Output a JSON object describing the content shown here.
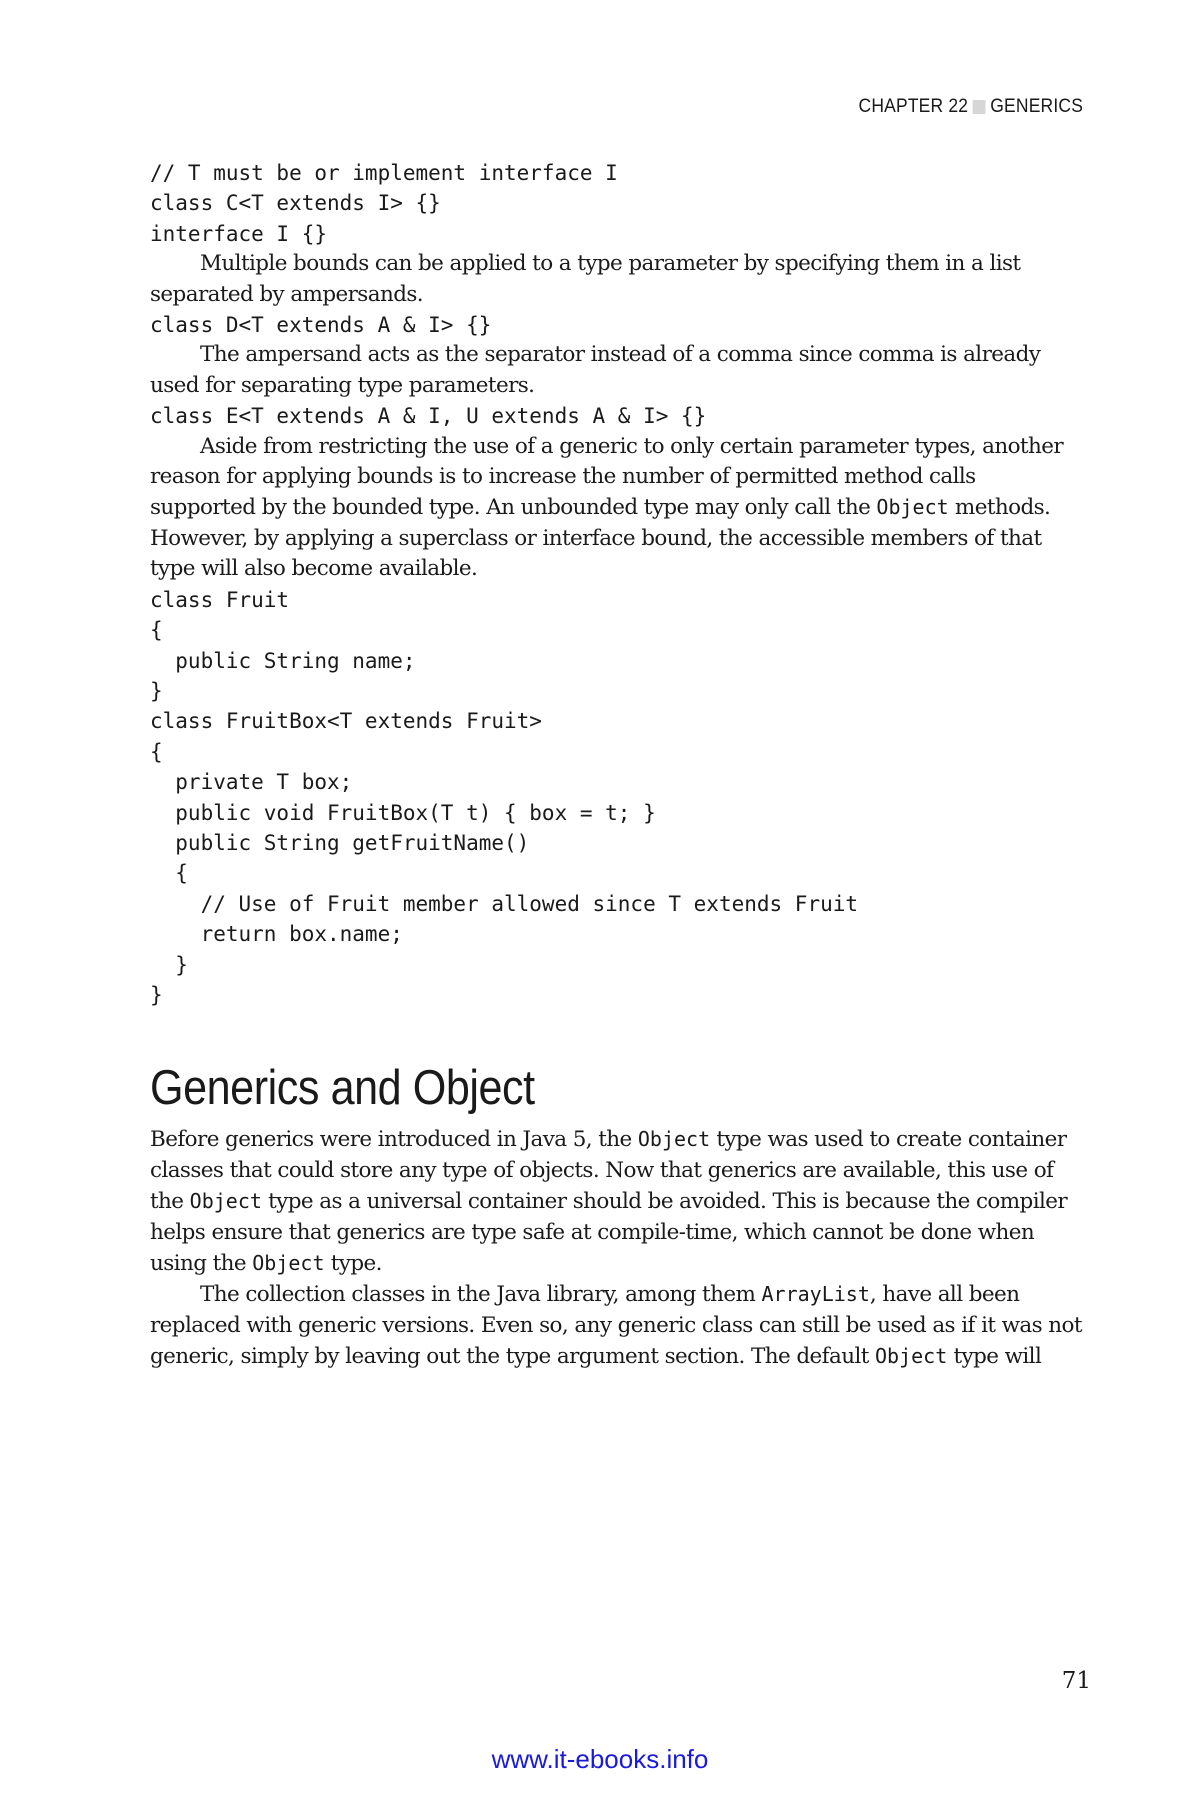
{
  "header": {
    "chapter": "CHAPTER 22",
    "title": "GENERICS"
  },
  "blocks": {
    "code_1": "// T must be or implement interface I\nclass C<T extends I> {}\ninterface I {}",
    "p1": "Multiple bounds can be applied to a type parameter by specifying them in a list separated by ampersands.",
    "code_2": "class D<T extends A & I> {}",
    "p2": "The ampersand acts as the separator instead of a comma since comma is already used for separating type parameters.",
    "code_3": "class E<T extends A & I, U extends A & I> {}",
    "p3": {
      "a": "Aside from restricting the use of a generic to only certain parameter types, another reason for applying bounds is to increase the number of permitted method calls supported by the bounded type. An unbounded type may only call the ",
      "code": "Object",
      "b": " methods. However, by applying a superclass or interface bound, the accessible members of that type will also become available."
    },
    "code_4": "class Fruit\n{\n  public String name;\n}",
    "code_5": "class FruitBox<T extends Fruit>\n{\n  private T box;\n  public void FruitBox(T t) { box = t; }\n  public String getFruitName()\n  {\n    // Use of Fruit member allowed since T extends Fruit\n    return box.name;\n  }\n}",
    "section_heading": "Generics and Object",
    "p4": {
      "a": "Before generics were introduced in Java 5, the ",
      "code1": "Object",
      "b": " type was used to create container classes that could store any type of objects. Now that generics are available, this use of the ",
      "code2": "Object",
      "c": " type as a universal container should be avoided. This is because the compiler helps ensure that generics are type safe at compile-time, which cannot be done when using the ",
      "code3": "Object",
      "d": " type."
    },
    "p5": {
      "a": "The collection classes in the Java library, among them ",
      "code1": "ArrayList",
      "b": ", have all been replaced with generic versions. Even so, any generic class can still be used as if it was not generic, simply by leaving out the type argument section. The default ",
      "code2": "Object",
      "c": " type will"
    }
  },
  "footer": {
    "page_number": "71",
    "watermark": "www.it-ebooks.info"
  }
}
